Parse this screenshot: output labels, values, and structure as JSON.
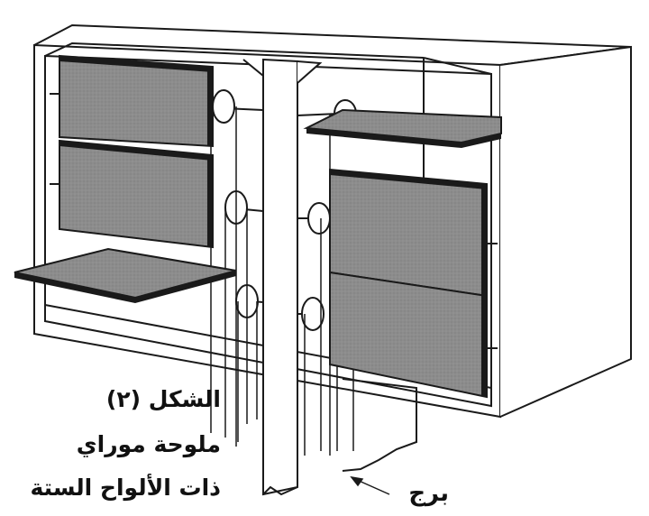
{
  "caption": {
    "line1": "الشكل (٢)",
    "line2": "ملوحة موراي",
    "line3": "ذات الألواح الستة"
  },
  "labels": {
    "tower": "برج"
  },
  "colors": {
    "panel": "#8a8a8a",
    "panel_edge": "#1a1a1a",
    "line": "#1a1a1a",
    "background": "#ffffff"
  }
}
